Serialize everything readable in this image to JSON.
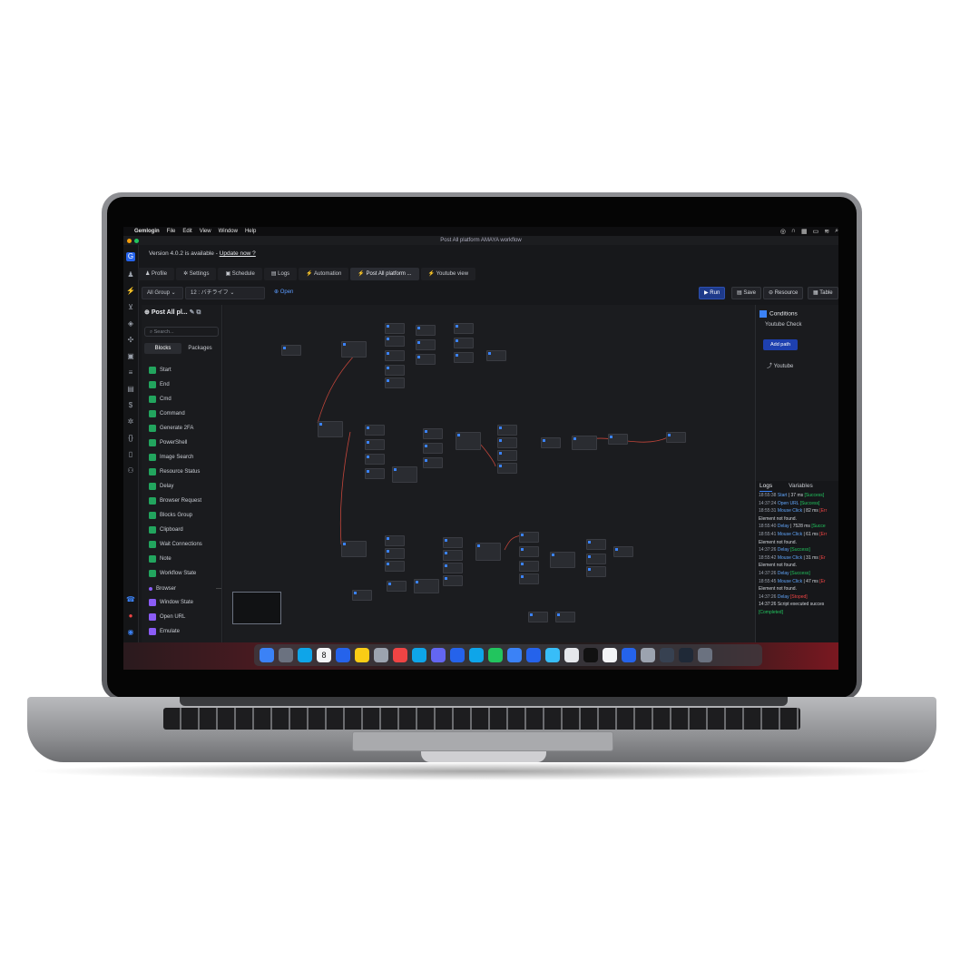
{
  "menubar": {
    "app": "Gemlogin",
    "items": [
      "File",
      "Edit",
      "View",
      "Window",
      "Help"
    ]
  },
  "window": {
    "title": "Post All platform AMAYA workflow"
  },
  "update": {
    "text": "Version 4.0.2 is available - ",
    "link": "Update now ?"
  },
  "tabs": [
    {
      "label": "Profile",
      "icon": "person-icon"
    },
    {
      "label": "Settings",
      "icon": "gear-icon"
    },
    {
      "label": "Schedule",
      "icon": "calendar-icon"
    },
    {
      "label": "Logs",
      "icon": "document-icon"
    },
    {
      "label": "Automation",
      "icon": "bolt-icon"
    },
    {
      "label": "Post All platform ...",
      "icon": "bolt-icon",
      "active": true
    },
    {
      "label": "Youtube view",
      "icon": "bolt-icon"
    }
  ],
  "toolbar": {
    "group": "All Group",
    "profile": "12 : バチライフ",
    "open": "Open",
    "run": "Run",
    "save": "Save",
    "resource": "Resource",
    "table": "Table"
  },
  "blocks_panel": {
    "title": "Post All pl...",
    "search_placeholder": "Search...",
    "tab_blocks": "Blocks",
    "tab_packages": "Packages",
    "items": [
      "Start",
      "End",
      "Cmd",
      "Command",
      "Generate 2FA",
      "PowerShell",
      "Image Search",
      "Resource Status",
      "Delay",
      "Browser Request",
      "Blocks Group",
      "Clipboard",
      "Wait Connections",
      "Note",
      "Workflow State"
    ],
    "category": "Browser",
    "browser_items": [
      "Window State",
      "Open URL",
      "Emulate"
    ]
  },
  "properties": {
    "header": "Conditions",
    "subtitle": "Youtube Check",
    "add_path": "Add path",
    "path": "Youtube"
  },
  "logs": {
    "tab_logs": "Logs",
    "tab_variables": "Variables",
    "lines": [
      {
        "time": "18:55:38",
        "action": "Start",
        "info": " | 37 ms ",
        "status": "[Success]",
        "kind": "ok"
      },
      {
        "time": "14:37:24",
        "action": "Open URL",
        "info": " ",
        "status": "[Success]",
        "kind": "ok"
      },
      {
        "time": "18:55:31",
        "action": "Mouse Click",
        "info": " | 82 ms ",
        "status": "[Err",
        "kind": "err"
      },
      {
        "time": "",
        "action": "",
        "info": "Element not found.",
        "status": "",
        "kind": "plain"
      },
      {
        "time": "18:55:40",
        "action": "Delay",
        "info": " | 7528 ms ",
        "status": "[Succe",
        "kind": "ok"
      },
      {
        "time": "18:55:41",
        "action": "Mouse Click",
        "info": " | 61 ms ",
        "status": "[Err",
        "kind": "err"
      },
      {
        "time": "",
        "action": "",
        "info": "Element not found.",
        "status": "",
        "kind": "plain"
      },
      {
        "time": "14:37:26",
        "action": "Delay",
        "info": " ",
        "status": "[Success]",
        "kind": "ok"
      },
      {
        "time": "18:55:42",
        "action": "Mouse Click",
        "info": " | 31 ms ",
        "status": "[Er",
        "kind": "err"
      },
      {
        "time": "",
        "action": "",
        "info": "Element not found.",
        "status": "",
        "kind": "plain"
      },
      {
        "time": "14:37:26",
        "action": "Delay",
        "info": " ",
        "status": "[Success]",
        "kind": "ok"
      },
      {
        "time": "18:55:45",
        "action": "Mouse Click",
        "info": " | 47 ms ",
        "status": "[Er",
        "kind": "err"
      },
      {
        "time": "",
        "action": "",
        "info": "Element not found.",
        "status": "",
        "kind": "plain"
      },
      {
        "time": "14:37:26",
        "action": "Delay",
        "info": " ",
        "status": "[Stoped]",
        "kind": "err"
      },
      {
        "time": "",
        "action": "",
        "info": "14:37:26 Script executed succes",
        "status": "",
        "kind": "plain"
      },
      {
        "time": "",
        "action": "",
        "info": "",
        "status": "[Completed]",
        "kind": "ok"
      }
    ]
  },
  "dock": {
    "calendar_day": "8"
  },
  "colors": {
    "accent": "#3b82f6",
    "success": "#22c55e",
    "error": "#ef4444",
    "block_green": "#22a55e",
    "block_purple": "#8b5cf6"
  }
}
